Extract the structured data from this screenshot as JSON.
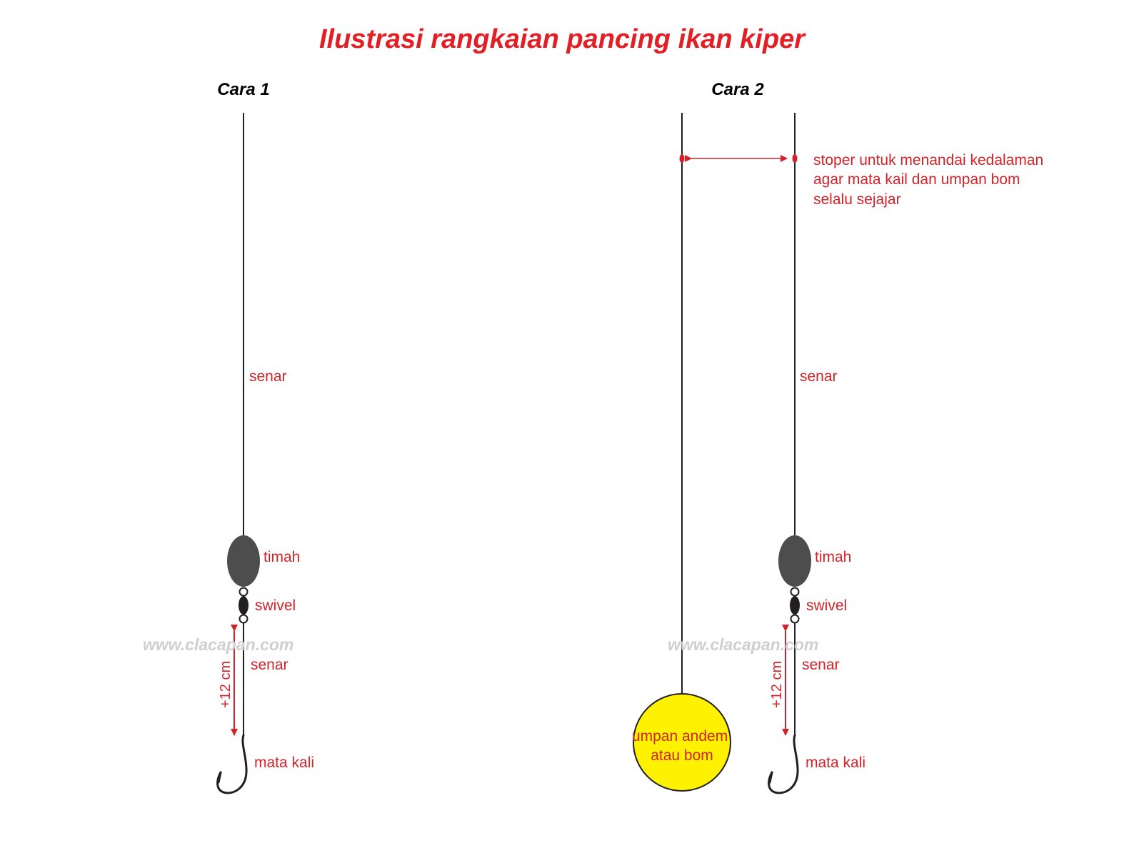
{
  "title": "Ilustrasi rangkaian pancing ikan kiper",
  "watermark": "www.clacapan.com",
  "colors": {
    "title": "#e31e24",
    "label": "#d2232a",
    "heading": "#000000",
    "line": "#231f20",
    "sinker": "#4d4d4d",
    "bait": "#fff200",
    "watermark": "#cfcfcf"
  },
  "cara1": {
    "heading": "Cara 1",
    "labels": {
      "senar_top": "senar",
      "timah": "timah",
      "swivel": "swivel",
      "senar_bottom": "senar",
      "length": "+12 cm",
      "mata_kali": "mata kali"
    }
  },
  "cara2": {
    "heading": "Cara 2",
    "stoper_lines": [
      "stoper untuk menandai kedalaman",
      "agar mata kail dan umpan bom",
      "selalu sejajar"
    ],
    "bait_lines": [
      "umpan andem",
      "atau bom"
    ],
    "labels": {
      "senar_top": "senar",
      "timah": "timah",
      "swivel": "swivel",
      "senar_bottom": "senar",
      "length": "+12 cm",
      "mata_kali": "mata kali"
    }
  }
}
